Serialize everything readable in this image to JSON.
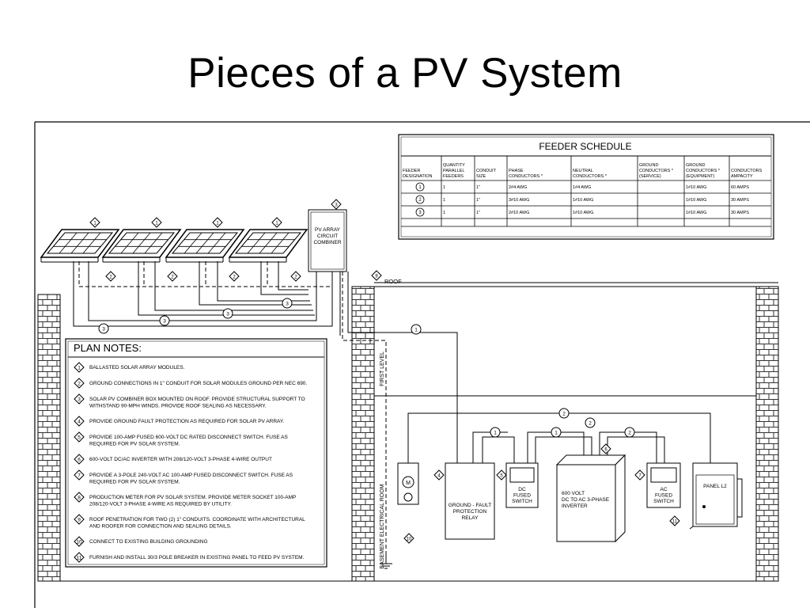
{
  "slide": {
    "title": "Pieces of a PV System"
  },
  "feeder_schedule": {
    "title": "FEEDER SCHEDULE",
    "headers": [
      [
        "FEEDER",
        "DESIGNATION"
      ],
      [
        "QUANTITY",
        "PARALLEL",
        "FEEDERS"
      ],
      [
        "CONDUIT",
        "SIZE"
      ],
      [
        "PHASE",
        "CONDUCTORS *"
      ],
      [
        "NEUTRAL",
        "CONDUCTORS *"
      ],
      [
        "GROUND",
        "CONDUCTORS *",
        "(SERVICE)"
      ],
      [
        "GROUND",
        "CONDUCTORS *",
        "(EQUIPMENT)"
      ],
      [
        "CONDUCTORS",
        "AMPACITY"
      ]
    ],
    "rows": [
      [
        "1",
        "1",
        "1\"",
        "2#4 AWG",
        "1#4 AWG",
        "",
        "1#10 AWG",
        "60 AMPS"
      ],
      [
        "2",
        "1",
        "1\"",
        "3#10 AWG",
        "1#10 AWG",
        "",
        "1#10 AWG",
        "30 AMPS"
      ],
      [
        "3",
        "1",
        "1\"",
        "2#10 AWG",
        "1#10 AWG",
        "",
        "1#10 AWG",
        "30 AMPS"
      ]
    ]
  },
  "combiner": {
    "lines": [
      "PV ARRAY",
      "CIRCUIT",
      "COMBINER"
    ]
  },
  "labels": {
    "roof": "ROOF",
    "first_level": "FIRST LEVEL",
    "basement": "BASEMENT ELECTRICAL ROOM",
    "meter": "M"
  },
  "plan_notes": {
    "title": "PLAN NOTES:",
    "notes": [
      {
        "num": "1",
        "lines": [
          "BALLASTED SOLAR ARRAY MODULES."
        ]
      },
      {
        "num": "2",
        "lines": [
          "GROUND CONNECTIONS IN 1\" CONDUIT FOR SOLAR MODULES GROUND PER NEC 690."
        ]
      },
      {
        "num": "3",
        "lines": [
          "SOLAR PV COMBINER BOX MOUNTED ON ROOF.  PROVIDE STRUCTURAL SUPPORT TO",
          "WITHSTAND 90-MPH WINDS.  PROVIDE ROOF SEALING AS NECESSARY."
        ]
      },
      {
        "num": "4",
        "lines": [
          "PROVIDE GROUND FAULT PROTECTION AS REQUIRED FOR SOLAR PV ARRAY."
        ]
      },
      {
        "num": "5",
        "lines": [
          "PROVIDE 100-AMP FUSED 600-VOLT DC RATED DISCONNECT SWITCH.  FUSE AS",
          "REQUIRED FOR PV SOLAR SYSTEM."
        ]
      },
      {
        "num": "6",
        "lines": [
          "600-VOLT DC/AC INVERTER WITH 208/120-VOLT 3-PHASE 4-WIRE OUTPUT"
        ]
      },
      {
        "num": "7",
        "lines": [
          "PROVIDE A 3-POLE 240-VOLT AC 100-AMP FUSED DISCONNECT SWITCH.  FUSE AS",
          "REQUIRED FOR PV SOLAR SYSTEM."
        ]
      },
      {
        "num": "8",
        "lines": [
          "PRODUCTION METER FOR PV SOLAR SYSTEM.  PROVIDE METER SOCKET 100-AMP",
          "208/120-VOLT 3-PHASE 4-WIRE AS REQUIRED BY UTILITY."
        ]
      },
      {
        "num": "9",
        "lines": [
          "ROOF PENETRATION FOR TWO (2) 1\" CONDUITS.  COORDINATE WITH ARCHITECTURAL",
          "AND ROOFER FOR CONNECTION AND SEALING DETAILS."
        ]
      },
      {
        "num": "10",
        "lines": [
          "CONNECT TO EXISTING BUILDING GROUNDING"
        ]
      },
      {
        "num": "11",
        "lines": [
          "FURNISH AND INSTALL 30/3 POLE BREAKER IN EXISTING PANEL TO FEED PV SYSTEM."
        ]
      }
    ]
  },
  "equipment": {
    "gfp": [
      "GROUND - FAULT",
      "PROTECTION",
      "RELAY"
    ],
    "dc_switch": [
      "DC",
      "FUSED",
      "SWITCH"
    ],
    "inverter": [
      "600 VOLT",
      "DC TO AC 3-PHASE",
      "INVERTER"
    ],
    "ac_switch": [
      "AC",
      "FUSED",
      "SWITCH"
    ],
    "panel": "PANEL L2"
  }
}
